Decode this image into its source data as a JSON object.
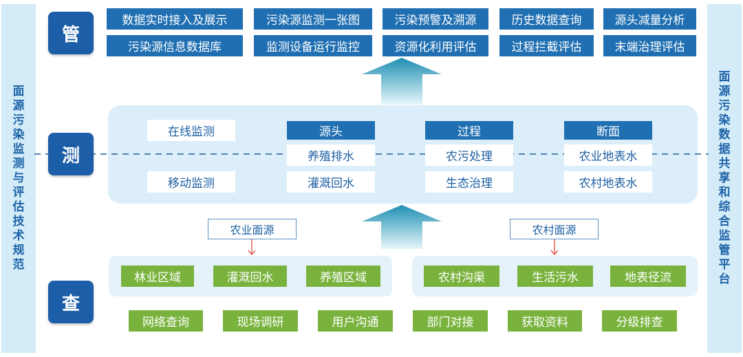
{
  "left_label": "面源污染监测与评估技术规范",
  "right_label": "面源污染数据共享和综合监管平台",
  "badges": {
    "guan": "管",
    "ce": "测",
    "cha": "查"
  },
  "guan": {
    "row1": [
      "数据实时接入及展示",
      "污染源监测一张图",
      "污染预警及溯源",
      "历史数据查询",
      "源头减量分析"
    ],
    "row2": [
      "污染源信息数据库",
      "监测设备运行监控",
      "资源化利用评估",
      "过程拦截评估",
      "末端治理评估"
    ]
  },
  "ce": {
    "online": "在线监测",
    "mobile": "移动监测",
    "columns": [
      {
        "header": "源头",
        "items": [
          "养殖排水",
          "灌溉回水"
        ]
      },
      {
        "header": "过程",
        "items": [
          "农污处理",
          "生态治理"
        ]
      },
      {
        "header": "断面",
        "items": [
          "农业地表水",
          "农村地表水"
        ]
      }
    ]
  },
  "sources": {
    "agri": "农业面源",
    "rural": "农村面源"
  },
  "cha": {
    "agri_items": [
      "林业区域",
      "灌溉回水",
      "养殖区域"
    ],
    "rural_items": [
      "农村沟渠",
      "生活污水",
      "地表径流"
    ],
    "methods": [
      "网络查询",
      "现场调研",
      "用户沟通",
      "部门对接",
      "获取资料",
      "分级排查"
    ]
  },
  "colors": {
    "dark_blue": "#1f6fb2",
    "badge_blue": "#1d5ea8",
    "green": "#79b33d",
    "panel": "#dceef9",
    "side": "#d3ecf7"
  }
}
